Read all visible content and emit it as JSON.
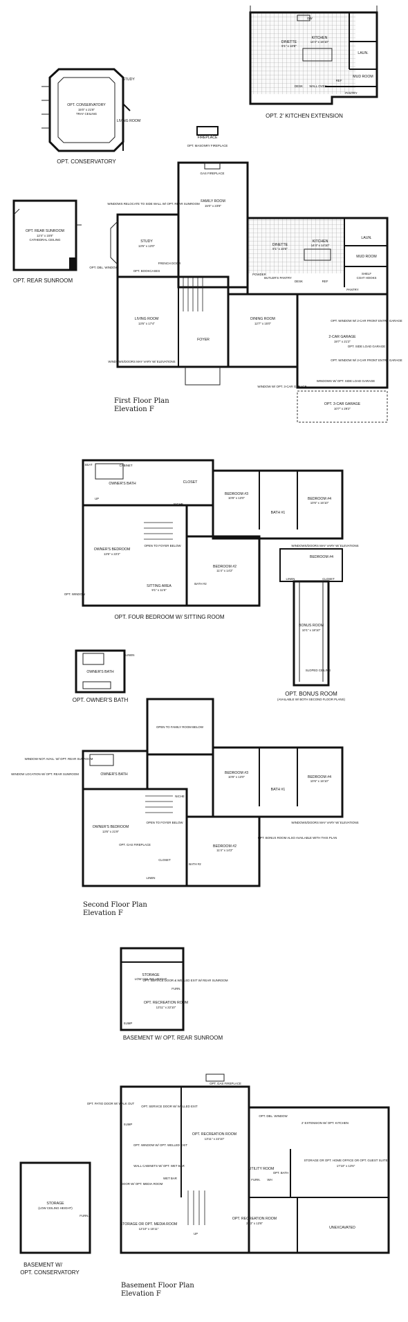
{
  "kitchen_ext": {
    "dinette": "DINETTE",
    "dinette_dim": "9'1\" x 10'8\"",
    "kitchen": "KITCHEN",
    "kitchen_dim": "14'4\" x 16'10\"",
    "laun": "LAUN.",
    "mud": "MUD ROOM",
    "desk": "DESK",
    "wall_oven": "WALL OVEN",
    "ref": "REF",
    "pantry": "PANTRY",
    "dw": "DW",
    "caption": "OPT. 2' KITCHEN EXTENSION"
  },
  "conservatory": {
    "name": "OPT. CONSERVATORY",
    "dim": "15'0\" x 21'8\"",
    "ceiling": "TRAY CEILING",
    "study": "STUDY",
    "living": "LIVING ROOM",
    "caption": "OPT. CONSERVATORY"
  },
  "rear_sunroom": {
    "name": "OPT. REAR SUNROOM",
    "dim": "12'4\" x 15'8\"",
    "ceiling": "CATHEDRAL CEILING",
    "caption": "OPT. REAR SUNROOM"
  },
  "first_floor": {
    "fireplace": "FIREPLACE",
    "masonry": "OPT. MASONRY FIREPLACE",
    "gas_fp": "GAS FIREPLACE",
    "family": "FAMILY ROOM",
    "family_dim": "15'0\" x 23'8\"",
    "window_note": "WINDOWS RELOCATE TO SIDE WALL W/ OPT. REAR SUNROOM",
    "study": "STUDY",
    "study_dim": "13'6\" x 13'0\"",
    "french": "FRENCH DOOR",
    "bookcases": "OPT. BOOKCASES",
    "dbl_window": "OPT. DBL. WINDOW",
    "dinette": "DINETTE",
    "dinette_dim": "9'1\" x 10'5\"",
    "kitchen": "KITCHEN",
    "kitchen_dim": "14'4\" x 14'10\"",
    "laun": "LAUN.",
    "mud": "MUD ROOM",
    "shelf": "SHELF",
    "coat_hooks": "COAT HOOKS",
    "powder": "POWDER",
    "butlers": "BUTLER'S PANTRY",
    "desk": "DESK",
    "ref": "REF",
    "pantry": "PANTRY",
    "living": "LIVING ROOM",
    "living_dim": "13'6\" x 17'4\"",
    "dining": "DINING ROOM",
    "dining_dim": "12'7\" x 15'0\"",
    "foyer": "FOYER",
    "garage2": "2-CAR GARAGE",
    "garage2_dim": "19'7\" x 21'2\"",
    "opt_window_a": "OPT. WINDOW W/ 2-CAR FRONT ENTRY GARAGE",
    "side_load": "OPT. SIDE LOAD GARAGE",
    "opt_window_b": "OPT. WINDOW W/ 2-CAR FRONT ENTRY GARAGE",
    "win_note": "WINDOWS/DOORS MAY VARY W/ ELEVATIONS",
    "win_note2": "WINDOWS W/ OPT. SIDE LOAD GARAGE",
    "win_note3": "WINDOW W/ OPT. 3-CAR GARAGE",
    "garage3": "OPT. 3-CAR GARAGE",
    "garage3_dim": "10'7\" x 29'2\"",
    "title": "First Floor Plan",
    "elevation": "Elevation F"
  },
  "four_bed": {
    "seat": "SEAT",
    "cabinet": "CABINET",
    "owners_bath": "OWNER'S BATH",
    "closet": "CLOSET",
    "up": "UP",
    "niche": "NICHE",
    "bed3": "BEDROOM #3",
    "bed3_dim": "10'8\" x 13'0\"",
    "bath1": "BATH #1",
    "bed4": "BEDROOM #4",
    "bed4_dim": "10'6\" x 16'10\"",
    "owners_bed": "OWNER'S BEDROOM",
    "owners_bed_dim": "13'6\" x 22'2\"",
    "open": "OPEN TO FOYER BELOW",
    "bed2": "BEDROOM #2",
    "bed2_dim": "11'4\" x 14'2\"",
    "sitting": "SITTING AREA",
    "sitting_dim": "9'1\" x 11'6\"",
    "bath2": "BATH #2",
    "opt_window": "OPT. WINDOW",
    "win_note": "WINDOWS/DOORS MAY VARY W/ ELEVATIONS",
    "caption": "OPT. FOUR BEDROOM W/ SITTING ROOM"
  },
  "bonus": {
    "bed4": "BEDROOM #4",
    "linen": "LINEN",
    "closet": "CLOSET",
    "name": "BONUS ROOM",
    "dim": "10'1\" x 18'10\"",
    "sloped": "SLOPED CEILING",
    "caption": "OPT. BONUS ROOM",
    "note": "(AVAILABLE W/ BOTH SECOND FLOOR PLANS)"
  },
  "owners_bath_opt": {
    "name": "OWNER'S BATH",
    "linen": "LINEN",
    "caption": "OPT. OWNER'S BATH"
  },
  "second_floor": {
    "open_family": "OPEN TO FAMILY ROOM BELOW",
    "window_note": "WINDOW NOT AVAIL. W/ OPT. REAR SUNROOM",
    "window_loc": "WINDOW LOCATION W/ OPT. REAR SUNROOM",
    "owners_bath": "OWNER'S BATH",
    "bed3": "BEDROOM #3",
    "bed3_dim": "10'8\" x 13'0\"",
    "bath1": "BATH #1",
    "bed4": "BEDROOM #4",
    "bed4_dim": "10'6\" x 16'10\"",
    "owners_bed": "OWNER'S BEDROOM",
    "owners_bed_dim": "13'6\" x 21'9\"",
    "open_foyer": "OPEN TO FOYER BELOW",
    "gas_fp": "OPT. GAS FIREPLACE",
    "niche": "NICHE",
    "closet": "CLOSET",
    "bed2": "BEDROOM #2",
    "bed2_dim": "11'4\" x 14'2\"",
    "bath2": "BATH #2",
    "linen": "LINEN",
    "bonus_note": "OPT. BONUS ROOM ALSO AVAILABLE WITH THIS PLAN",
    "win_note": "WINDOWS/DOORS MAY VARY W/ ELEVATIONS",
    "title": "Second Floor Plan",
    "elevation": "Elevation F"
  },
  "basement_sunroom": {
    "storage": "STORAGE",
    "low": "LOW CEILING HEIGHT",
    "service": "OPT. SERVICE DOOR & WELLED EXIT W/ REAR SUNROOM",
    "rec": "OPT. RECREATION ROOM",
    "rec_dim": "13'11\" x 22'10\"",
    "furn": "FURN.",
    "sump": "SUMP",
    "caption": "BASEMENT W/ OPT. REAR SUNROOM"
  },
  "basement": {
    "gas_fp": "OPT. GAS FIREPLACE",
    "patio": "OPT. PATIO DOOR W/ WALK OUT",
    "service": "OPT. SERVICE DOOR W/ WELLED EXIT",
    "sump": "SUMP",
    "window": "OPT. WINDOW W/ OPT. WELLED EXIT",
    "rec": "OPT. RECREATION ROOM",
    "rec_dim": "13'11\" x 22'10\"",
    "dbl_window": "OPT. DBL. WINDOW",
    "extension": "2' EXTENSION W/ OPT. KITCHEN",
    "wall_cab": "WALL CABINETS W/ OPT. WET BAR",
    "door_media": "DOOR W/ OPT. MEDIA ROOM",
    "wet_bar": "WET BAR",
    "utility": "UTILITY ROOM",
    "bath": "OPT. BATH",
    "furn": "FURN.",
    "wh": "WH",
    "home_office": "STORAGE OR OPT. HOME OFFICE OR OPT. GUEST SUITE",
    "home_office_dim": "17'10\" x 13'6\"",
    "media": "STORAGE OR OPT. MEDIA ROOM",
    "media_dim": "12'10\" x 15'11\"",
    "rec2": "OPT. RECREATION ROOM",
    "rec2_dim": "21'3\" x 13'8\"",
    "up": "UP",
    "unexcavated": "UNEXCAVATED",
    "title": "Basement Floor Plan",
    "elevation": "Elevation F"
  },
  "basement_conservatory": {
    "storage": "STORAGE",
    "low": "(LOW CEILING HEIGHT)",
    "furn": "FURN.",
    "caption1": "BASEMENT W/",
    "caption2": "OPT. CONSERVATORY"
  }
}
